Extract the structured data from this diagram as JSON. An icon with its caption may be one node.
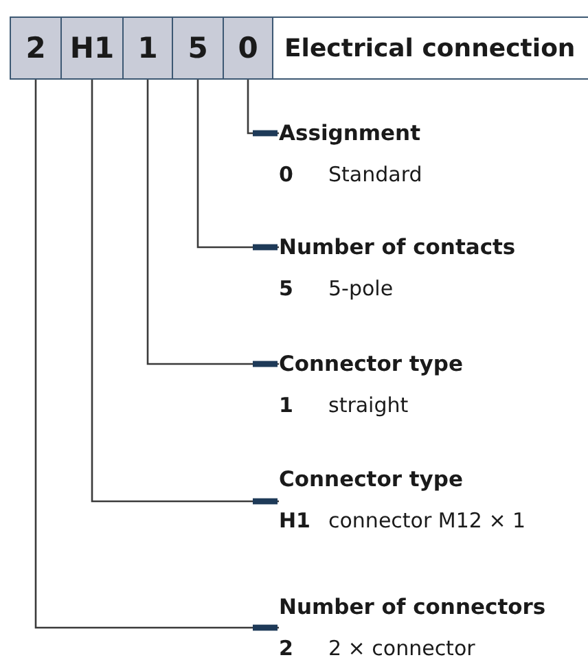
{
  "diagram": {
    "nodes": [
      {
        "text": [
          "2"
        ]
      },
      {
        "text": [
          "H1"
        ]
      },
      {
        "text": [
          "1"
        ]
      },
      {
        "text": [
          "5"
        ]
      },
      {
        "text": [
          "0"
        ]
      },
      {
        "text": [
          "Electrical connection"
        ]
      },
      {
        "text": [
          "Assignment",
          "0",
          "Standard"
        ]
      },
      {
        "text": [
          "Number of contacts",
          "5",
          "5-pole"
        ]
      },
      {
        "text": [
          "Connector type",
          "1",
          "straight"
        ]
      },
      {
        "text": [
          "Connector type",
          "H1",
          "connector M12 × 1"
        ]
      },
      {
        "text": [
          "Number of connectors",
          "2",
          "2 × connector"
        ]
      }
    ],
    "edges": [
      {
        "from": 4,
        "to": 6,
        "arrow": "other"
      },
      {
        "from": 3,
        "to": 7,
        "arrow": "other"
      },
      {
        "from": 2,
        "to": 8,
        "arrow": "other"
      },
      {
        "from": 1,
        "to": 9,
        "arrow": "other"
      },
      {
        "from": 0,
        "to": 10,
        "arrow": "other"
      }
    ]
  }
}
